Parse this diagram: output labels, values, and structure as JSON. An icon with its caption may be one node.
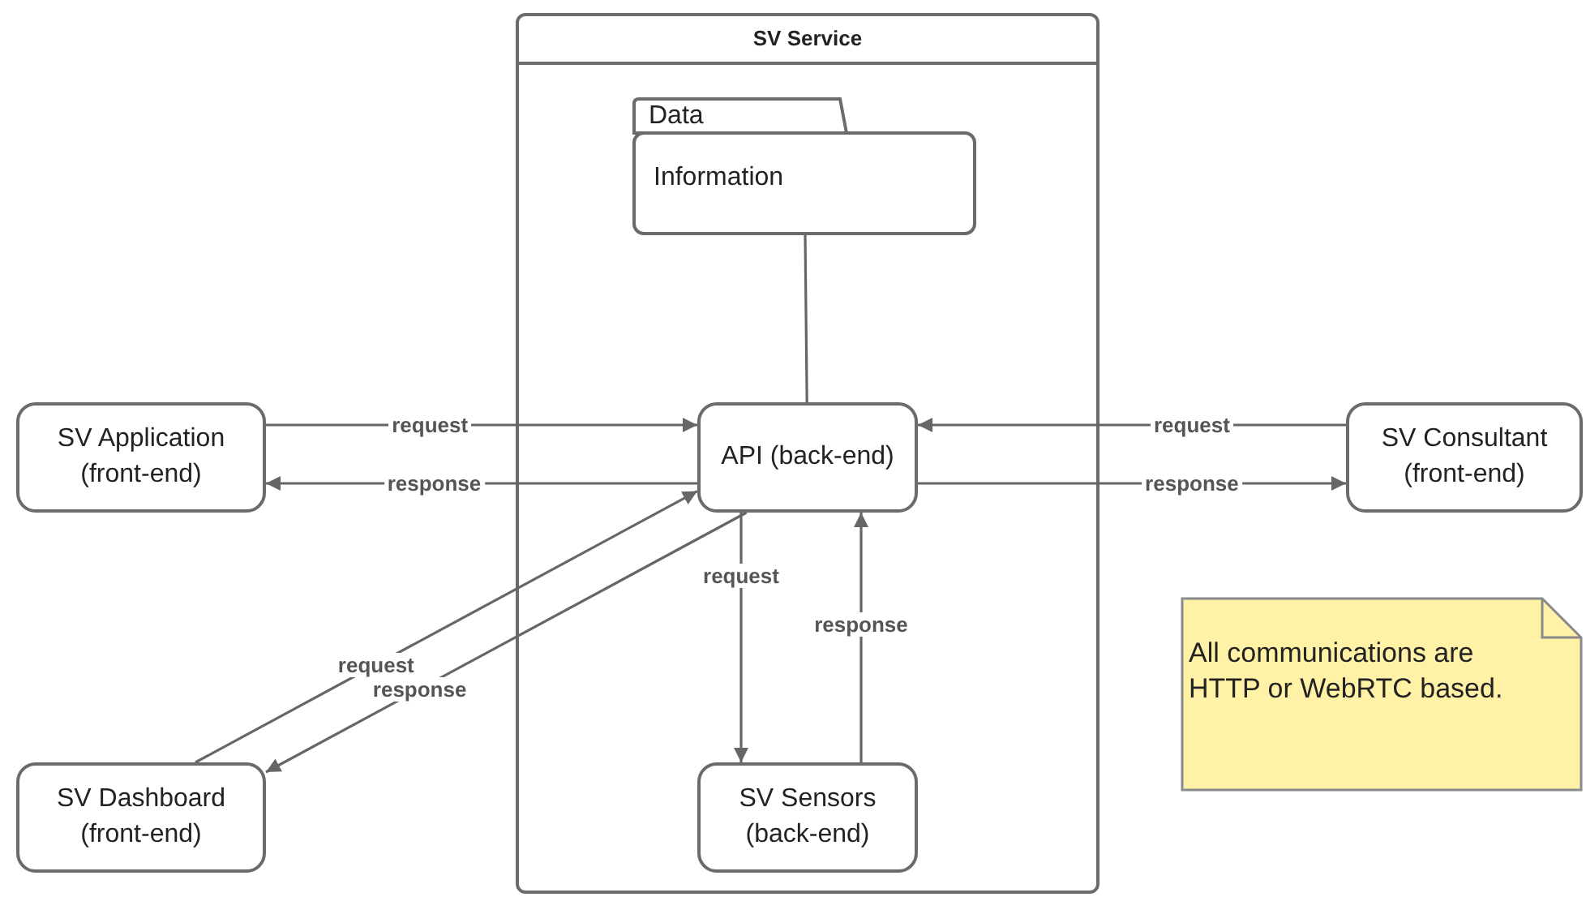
{
  "diagram": {
    "nodes": [
      {
        "text": [
          "SV Service"
        ]
      },
      {
        "text": [
          "Data",
          "Information"
        ],
        "in": 0
      },
      {
        "text": [
          "API (back-end)"
        ],
        "in": 0
      },
      {
        "text": [
          "SV Sensors (back-end)"
        ],
        "in": 0
      },
      {
        "text": [
          "SV Application (front-end)"
        ]
      },
      {
        "text": [
          "SV Consultant (front-end)"
        ]
      },
      {
        "text": [
          "SV Dashboard (front-end)"
        ]
      },
      {
        "text": [
          "All communications are HTTP or WebRTC based."
        ]
      }
    ],
    "edges": [
      {
        "from": 1,
        "to": 2,
        "arrow": "none"
      },
      {
        "from": 4,
        "to": 2,
        "arrow": "to",
        "label": "request"
      },
      {
        "from": 2,
        "to": 4,
        "arrow": "to",
        "label": "response"
      },
      {
        "from": 5,
        "to": 2,
        "arrow": "to",
        "label": "request"
      },
      {
        "from": 2,
        "to": 5,
        "arrow": "to",
        "label": "response"
      },
      {
        "from": 6,
        "to": 2,
        "arrow": "to",
        "label": "request"
      },
      {
        "from": 2,
        "to": 6,
        "arrow": "to",
        "label": "response"
      },
      {
        "from": 2,
        "to": 3,
        "arrow": "to",
        "label": "request"
      },
      {
        "from": 3,
        "to": 2,
        "arrow": "to",
        "label": "response"
      }
    ]
  }
}
